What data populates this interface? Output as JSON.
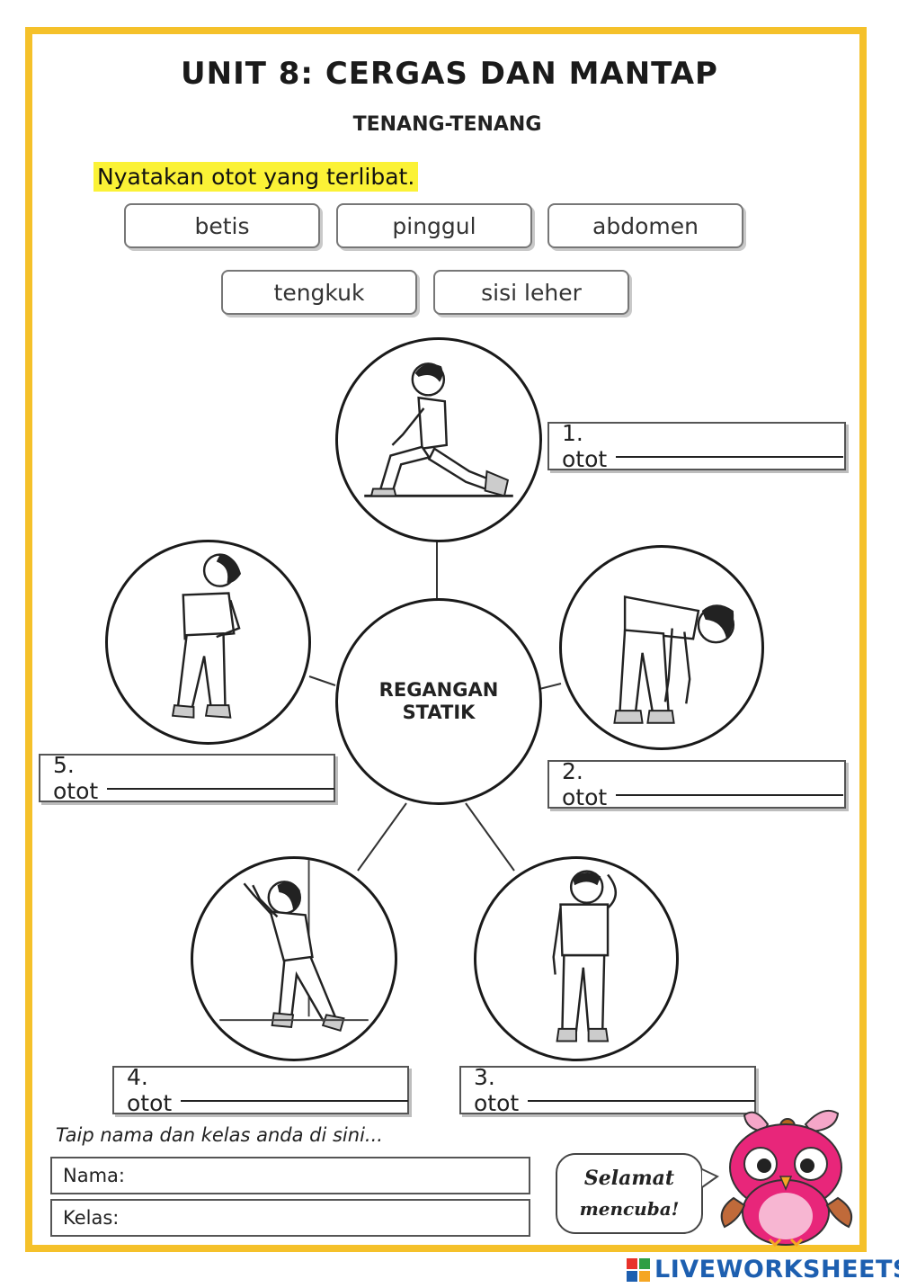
{
  "header": {
    "title": "UNIT 8: CERGAS DAN MANTAP",
    "subtitle": "TENANG-TENANG",
    "instruction": "Nyatakan otot yang terlibat."
  },
  "word_bank": [
    "betis",
    "pinggul",
    "abdomen",
    "tengkuk",
    "sisi leher"
  ],
  "diagram": {
    "center": "REGANGAN STATIK",
    "answers": [
      "1. otot",
      "2. otot",
      "3. otot",
      "4. otot",
      "5. otot"
    ]
  },
  "footer": {
    "note": "Taip nama dan kelas anda di sini...",
    "name_label": "Nama:",
    "class_label": "Kelas:",
    "bubble_line1": "Selamat",
    "bubble_line2": "mencuba!",
    "brand": "LIVEWORKSHEETS"
  },
  "colors": {
    "frame": "#f5c12a",
    "highlight": "#fbf236",
    "owl_pink": "#e8267a",
    "brand_blue": "#1d5fb0"
  }
}
